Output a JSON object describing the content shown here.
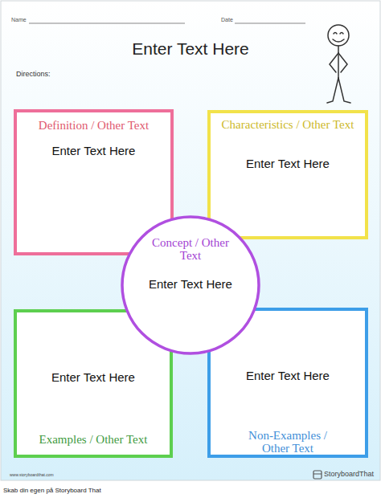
{
  "diagram": {
    "title": "Enter Text Here",
    "nodes": [
      {
        "text": [
          "Definition / Other Text",
          "Enter Text Here"
        ]
      },
      {
        "text": [
          "Characteristics / Other Text",
          "Enter Text Here"
        ]
      },
      {
        "text": [
          "Concept / Other Text",
          "Enter Text Here"
        ]
      },
      {
        "text": [
          "Enter Text Here",
          "Examples / Other Text"
        ]
      },
      {
        "text": [
          "Enter Text Here",
          "Non-Examples / Other Text"
        ]
      }
    ],
    "labels": [
      "Name",
      "Date",
      "Directions:",
      "www.storyboardthat.com",
      "StoryboardThat",
      "Skab din egen på Storyboard That"
    ]
  }
}
